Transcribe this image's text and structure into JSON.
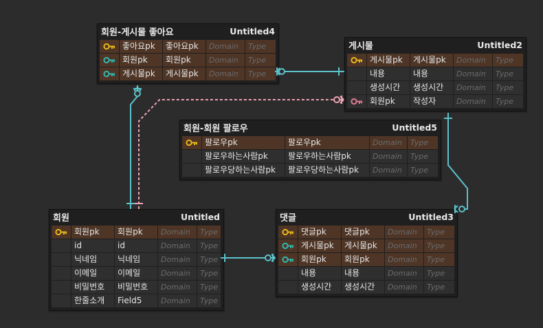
{
  "colors": {
    "background": "#2c2c2c",
    "entity_bg": "#1f1f1f",
    "row_highlight": "#4e3526",
    "row_normal": "#2f2f2f",
    "pk_key": "#e8b818",
    "fk_key": "#2fb9b2",
    "ref_key": "#e07a92",
    "link_solid": "#5cc3cc",
    "link_dashed": "#f0a3b4"
  },
  "entities": [
    {
      "id": "likes",
      "name": "회원-게시물 좋아요",
      "table": "Untitled4",
      "rows": [
        {
          "key": "pk",
          "logical": "좋아요pk",
          "physical": "좋아요pk",
          "domain": "Domain",
          "type": "Type"
        },
        {
          "key": "fk",
          "logical": "회원pk",
          "physical": "회원pk",
          "domain": "Domain",
          "type": "Type"
        },
        {
          "key": "fk",
          "logical": "게시물pk",
          "physical": "게시물pk",
          "domain": "Domain",
          "type": "Type"
        }
      ]
    },
    {
      "id": "post",
      "name": "게시물",
      "table": "Untitled2",
      "rows": [
        {
          "key": "pk",
          "logical": "게시물pk",
          "physical": "게시물pk",
          "domain": "Domain",
          "type": "Type"
        },
        {
          "key": "",
          "logical": "내용",
          "physical": "내용",
          "domain": "Domain",
          "type": "Type"
        },
        {
          "key": "",
          "logical": "생성시간",
          "physical": "생성시간",
          "domain": "Domain",
          "type": "Type"
        },
        {
          "key": "ref",
          "logical": "회원pk",
          "physical": "작성자",
          "domain": "Domain",
          "type": "Type"
        }
      ]
    },
    {
      "id": "follow",
      "name": "회원-회원 팔로우",
      "table": "Untitled5",
      "rows": [
        {
          "key": "pk",
          "logical": "팔로우pk",
          "physical": "팔로우pk",
          "domain": "Domain",
          "type": "Type"
        },
        {
          "key": "",
          "logical": "팔로우하는사람pk",
          "physical": "팔로우하는사람pk",
          "domain": "Domain",
          "type": "Type"
        },
        {
          "key": "",
          "logical": "팔로우당하는사람pk",
          "physical": "팔로우당하는사람pk",
          "domain": "Domain",
          "type": "Type"
        }
      ]
    },
    {
      "id": "member",
      "name": "회원",
      "table": "Untitled",
      "rows": [
        {
          "key": "pk",
          "logical": "회원pk",
          "physical": "회원pk",
          "domain": "Domain",
          "type": "Type"
        },
        {
          "key": "",
          "logical": "id",
          "physical": "id",
          "domain": "Domain",
          "type": "Type"
        },
        {
          "key": "",
          "logical": "닉네임",
          "physical": "닉네임",
          "domain": "Domain",
          "type": "Type"
        },
        {
          "key": "",
          "logical": "이메일",
          "physical": "이메일",
          "domain": "Domain",
          "type": "Type"
        },
        {
          "key": "",
          "logical": "비밀번호",
          "physical": "비밀번호",
          "domain": "Domain",
          "type": "Type"
        },
        {
          "key": "",
          "logical": "한줄소개",
          "physical": "Field5",
          "domain": "Domain",
          "type": "Type"
        }
      ]
    },
    {
      "id": "comment",
      "name": "댓글",
      "table": "Untitled3",
      "rows": [
        {
          "key": "pk",
          "logical": "댓글pk",
          "physical": "댓글pk",
          "domain": "Domain",
          "type": "Type"
        },
        {
          "key": "fk",
          "logical": "게시물pk",
          "physical": "게시물pk",
          "domain": "Domain",
          "type": "Type"
        },
        {
          "key": "fk",
          "logical": "회원pk",
          "physical": "회원pk",
          "domain": "Domain",
          "type": "Type"
        },
        {
          "key": "",
          "logical": "내용",
          "physical": "내용",
          "domain": "Domain",
          "type": "Type"
        },
        {
          "key": "",
          "logical": "생성시간",
          "physical": "생성시간",
          "domain": "Domain",
          "type": "Type"
        }
      ]
    }
  ]
}
